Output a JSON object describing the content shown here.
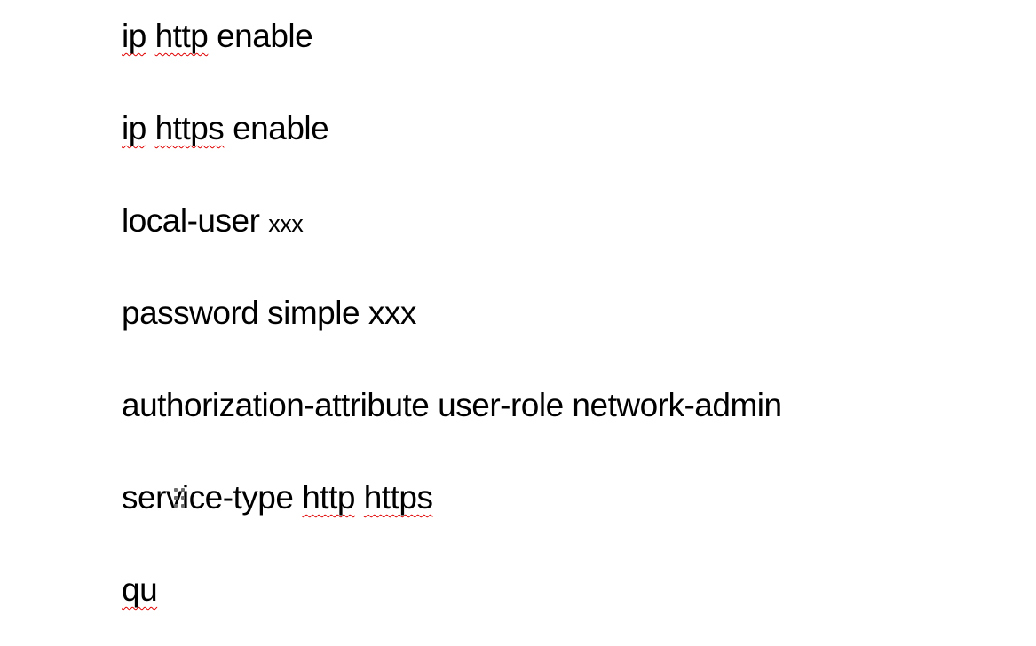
{
  "meta": {
    "background": "#ffffff",
    "text_color": "#000000",
    "spellcheck_color": "#e00000",
    "drag_handle_color": "#6d6d6d"
  },
  "document": {
    "lines": [
      {
        "name": "line-ip-http-enable",
        "segments": [
          {
            "text": "ip",
            "misspelled": true
          },
          {
            "text": " "
          },
          {
            "text": "http",
            "misspelled": true
          },
          {
            "text": " enable"
          }
        ]
      },
      {
        "name": "line-ip-https-enable",
        "segments": [
          {
            "text": "ip",
            "misspelled": true
          },
          {
            "text": " "
          },
          {
            "text": "https",
            "misspelled": true
          },
          {
            "text": " enable"
          }
        ]
      },
      {
        "name": "line-local-user",
        "segments": [
          {
            "text": "local-user "
          },
          {
            "text": "xxx",
            "small": true
          }
        ]
      },
      {
        "name": "line-password-simple",
        "segments": [
          {
            "text": "password simple xxx"
          }
        ]
      },
      {
        "name": "line-authorization-attribute",
        "segments": [
          {
            "text": "authorization-attribute user-role network-admin"
          }
        ]
      },
      {
        "name": "line-service-type",
        "drag_handle": true,
        "segments": [
          {
            "text": "service-type "
          },
          {
            "text": "http",
            "misspelled": true
          },
          {
            "text": " "
          },
          {
            "text": "https",
            "misspelled": true
          }
        ]
      },
      {
        "name": "line-qu",
        "segments": [
          {
            "text": "qu",
            "misspelled": true
          }
        ]
      }
    ]
  }
}
